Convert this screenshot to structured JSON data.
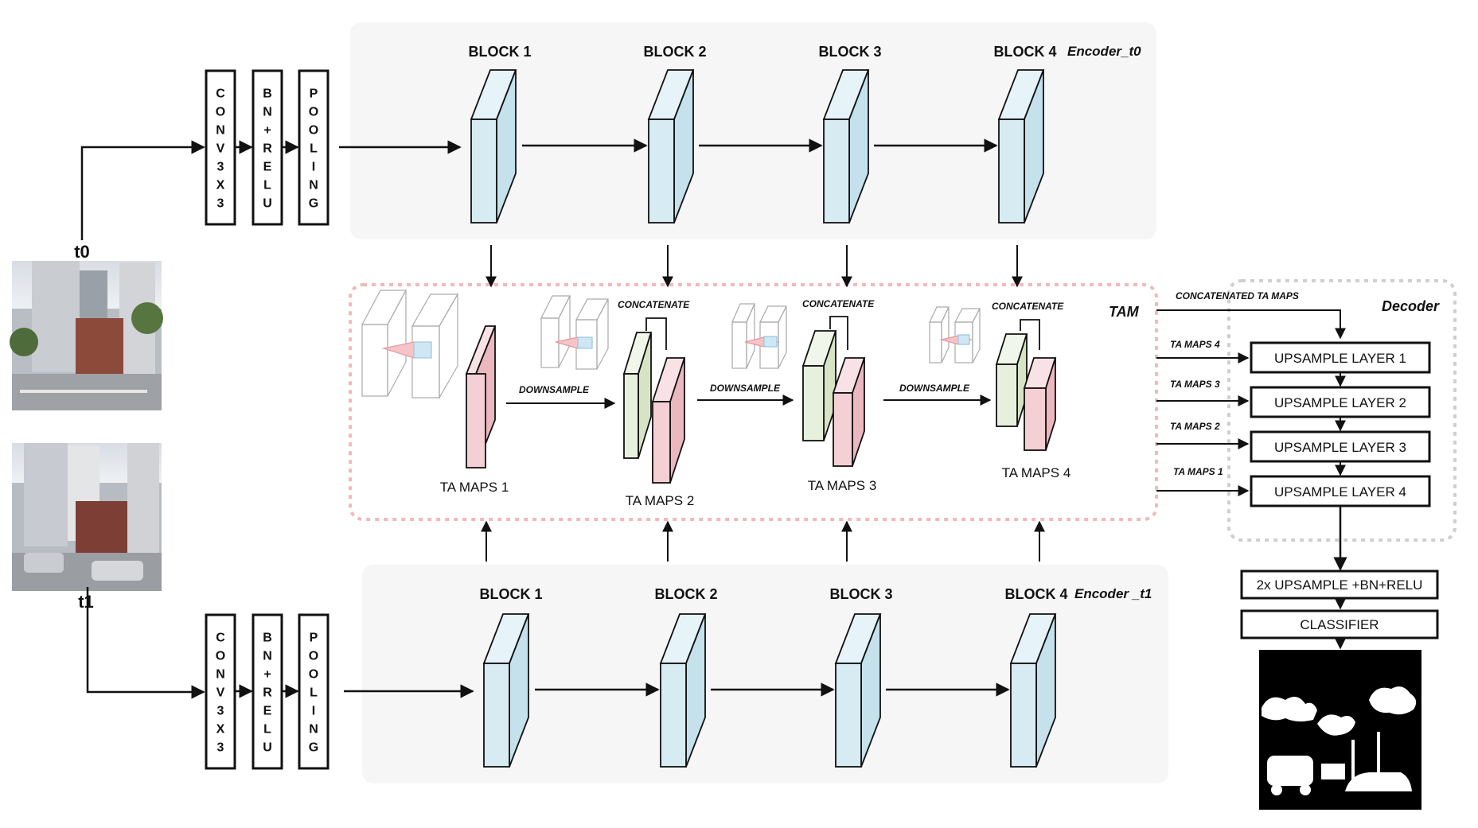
{
  "encoder_t0": {
    "name": "Encoder_t0",
    "stem": [
      "CONV3X3",
      "BN+RELU",
      "POOLING"
    ],
    "blocks": [
      "BLOCK 1",
      "BLOCK 2",
      "BLOCK 3",
      "BLOCK 4"
    ]
  },
  "encoder_t1": {
    "name": "Encoder _t1",
    "stem": [
      "CONV3X3",
      "BN+RELU",
      "POOLING"
    ],
    "blocks": [
      "BLOCK 1",
      "BLOCK 2",
      "BLOCK 3",
      "BLOCK 4"
    ]
  },
  "inputs": {
    "t0": "t0",
    "t1": "t1"
  },
  "tam": {
    "title": "TAM",
    "maps": [
      "TA MAPS 1",
      "TA MAPS 2",
      "TA MAPS 3",
      "TA MAPS 4"
    ],
    "downsample": "DOWNSAMPLE",
    "concatenate": "CONCATENATE"
  },
  "decoder": {
    "title": "Decoder",
    "concat_label": "CONCATENATED TA MAPS",
    "ta_inputs": [
      "TA MAPS 4",
      "TA MAPS 3",
      "TA MAPS 2",
      "TA MAPS 1"
    ],
    "layers": [
      "UPSAMPLE LAYER 1",
      "UPSAMPLE LAYER 2",
      "UPSAMPLE LAYER 3",
      "UPSAMPLE LAYER 4"
    ],
    "final": [
      "2x UPSAMPLE +BN+RELU",
      "CLASSIFIER"
    ]
  },
  "colors": {
    "block_fill": "#d6ebf2",
    "tam_pink": "#f4cfd4",
    "tam_green": "#e7f0dc",
    "panel_bg": "#f7f7f7",
    "tam_border": "#f1b8b8",
    "decoder_border": "#cccccc"
  }
}
